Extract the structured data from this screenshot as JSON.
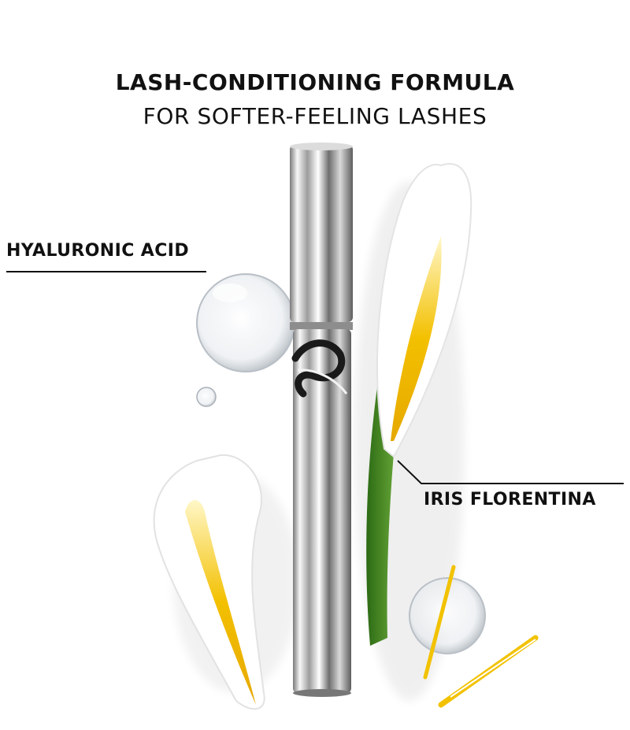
{
  "heading": {
    "title": "LASH-CONDITIONING FORMULA",
    "subtitle": "FOR SOFTER-FEELING LASHES"
  },
  "callouts": {
    "left_label": "HYALURONIC ACID",
    "right_label": "IRIS FLORENTINA"
  },
  "colors": {
    "background": "#ffffff",
    "text": "#111111",
    "petal_yellow": "#f2c200",
    "leaf_green": "#3f7d1f",
    "chrome": "#c9c9c9"
  },
  "icons": {
    "product": "mascara-tube",
    "flower": "iris-flower",
    "droplet": "serum-droplet"
  }
}
